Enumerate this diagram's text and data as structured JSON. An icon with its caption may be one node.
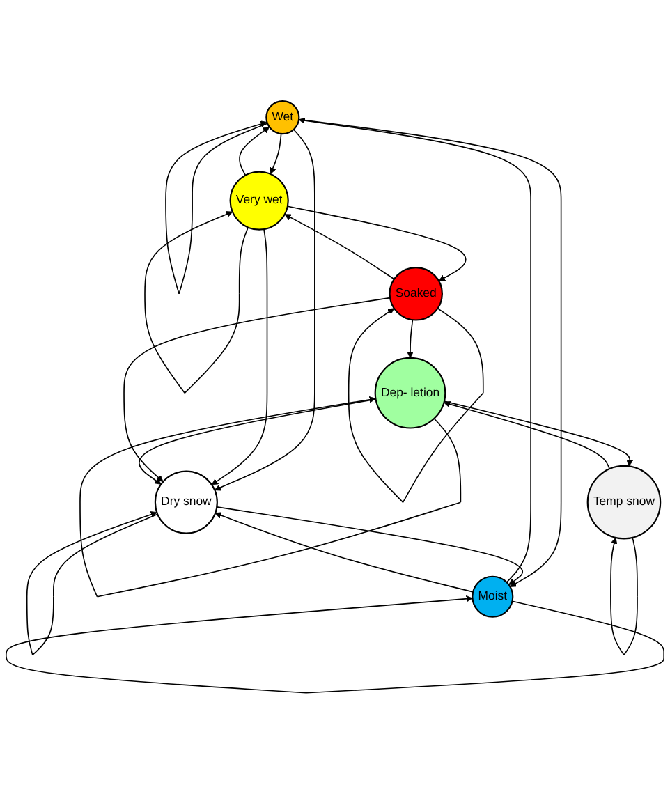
{
  "diagram": {
    "nodes": [
      {
        "text": [
          "Wet"
        ]
      },
      {
        "text": [
          "Moist"
        ]
      },
      {
        "text": [
          "Very wet"
        ]
      },
      {
        "text": [
          "Dry snow"
        ]
      },
      {
        "text": [
          "Dep- letion"
        ]
      },
      {
        "text": [
          "Soaked"
        ]
      },
      {
        "text": [
          "Temp snow"
        ]
      }
    ],
    "edges": [
      {
        "from": 0,
        "to": 0,
        "arrow": "to"
      },
      {
        "from": 0,
        "to": 2,
        "arrow": "to"
      },
      {
        "from": 0,
        "to": 1,
        "arrow": "to"
      },
      {
        "from": 0,
        "to": 3,
        "arrow": "to"
      },
      {
        "from": 1,
        "to": 0,
        "arrow": "to"
      },
      {
        "from": 1,
        "to": 1,
        "arrow": "to"
      },
      {
        "from": 1,
        "to": 3,
        "arrow": "to"
      },
      {
        "from": 3,
        "to": 1,
        "arrow": "to"
      },
      {
        "from": 2,
        "to": 0,
        "arrow": "to"
      },
      {
        "from": 2,
        "to": 3,
        "arrow": "to"
      },
      {
        "from": 2,
        "to": 2,
        "arrow": "to"
      },
      {
        "from": 2,
        "to": 5,
        "arrow": "to"
      },
      {
        "from": 5,
        "to": 2,
        "arrow": "to"
      },
      {
        "from": 5,
        "to": 3,
        "arrow": "to"
      },
      {
        "from": 5,
        "to": 4,
        "arrow": "to"
      },
      {
        "from": 5,
        "to": 5,
        "arrow": "to"
      },
      {
        "from": 3,
        "to": 3,
        "arrow": "to"
      },
      {
        "from": 4,
        "to": 3,
        "arrow": "to"
      },
      {
        "from": 4,
        "to": 4,
        "arrow": "to"
      },
      {
        "from": 4,
        "to": 6,
        "arrow": "to"
      },
      {
        "from": 6,
        "to": 4,
        "arrow": "to"
      },
      {
        "from": 6,
        "to": 6,
        "arrow": "to"
      }
    ]
  }
}
